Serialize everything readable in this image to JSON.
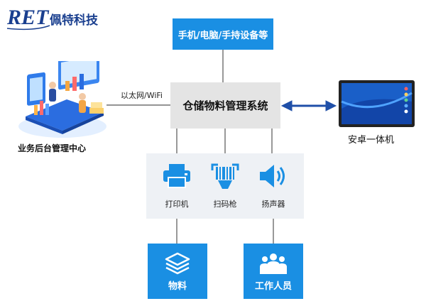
{
  "logo": {
    "mark": "RET",
    "name": "佩特科技"
  },
  "nodes": {
    "top": "手机/电脑/手持设备等",
    "center": "仓储物料管理系统",
    "left": "业务后台管理中心",
    "right": "安卓一体机",
    "devices": [
      {
        "icon": "printer-icon",
        "label": "打印机"
      },
      {
        "icon": "barcode-scanner-icon",
        "label": "扫码枪"
      },
      {
        "icon": "speaker-icon",
        "label": "扬声器"
      }
    ],
    "bottom": [
      {
        "icon": "layers-icon",
        "label": "物料"
      },
      {
        "icon": "people-icon",
        "label": "工作人员"
      }
    ]
  },
  "edges": {
    "left_center_label": "以太网/WiFi"
  },
  "colors": {
    "blue": "#1a8fe3",
    "gray": "#e4e4e4",
    "arrow": "#1f4fa8",
    "panel": "#eef1f5"
  }
}
